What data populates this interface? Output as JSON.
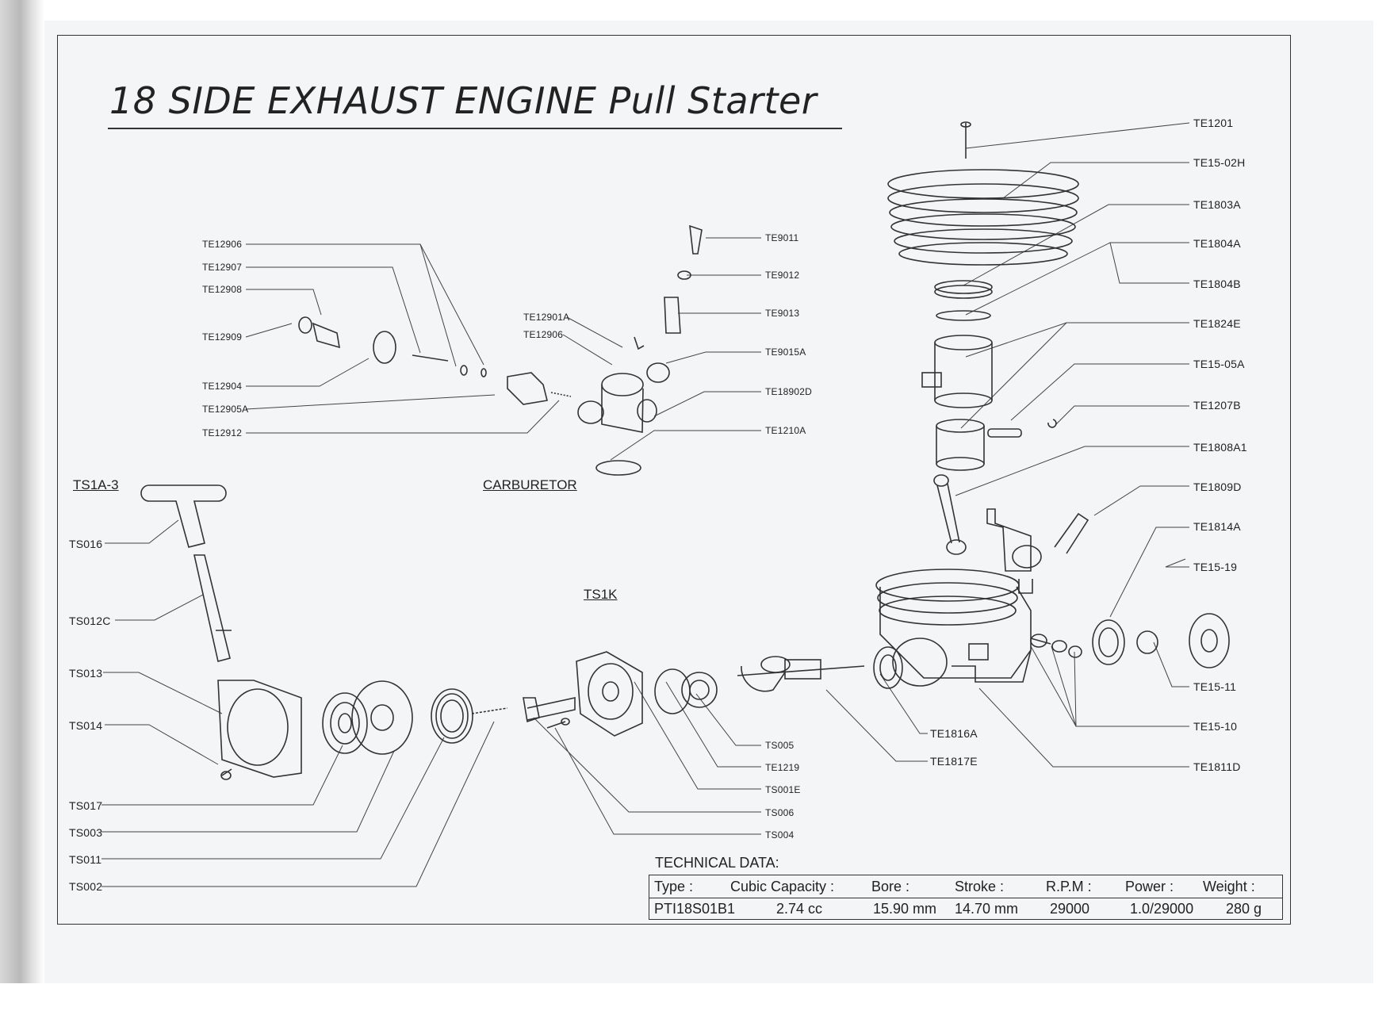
{
  "title": "18 SIDE EXHAUST ENGINE Pull Starter",
  "sections": {
    "ts1a3": "TS1A-3",
    "carburetor": "CARBURETOR",
    "ts1k": "TS1K"
  },
  "labels": {
    "te1201": "TE1201",
    "te15_02h": "TE15-02H",
    "te1803a": "TE1803A",
    "te1804a": "TE1804A",
    "te1804b": "TE1804B",
    "te1824e": "TE1824E",
    "te15_05a": "TE15-05A",
    "te1207b": "TE1207B",
    "te1808a1": "TE1808A1",
    "te1809d": "TE1809D",
    "te1814a": "TE1814A",
    "te15_19": "TE15-19",
    "te15_11": "TE15-11",
    "te15_10": "TE15-10",
    "te1811d": "TE1811D",
    "te1816a": "TE1816A",
    "te1817e": "TE1817E",
    "te9011": "TE9011",
    "te9012": "TE9012",
    "te9013": "TE9013",
    "te9015a": "TE9015A",
    "te18902d": "TE18902D",
    "te1210a": "TE1210A",
    "te12901a": "TE12901A",
    "te12906b": "TE12906",
    "te12906": "TE12906",
    "te12907": "TE12907",
    "te12908": "TE12908",
    "te12909": "TE12909",
    "te12904": "TE12904",
    "te12905a": "TE12905A",
    "te12912": "TE12912",
    "ts016": "TS016",
    "ts012c": "TS012C",
    "ts013": "TS013",
    "ts014": "TS014",
    "ts017": "TS017",
    "ts003": "TS003",
    "ts011": "TS011",
    "ts002": "TS002",
    "ts005": "TS005",
    "te1219": "TE1219",
    "ts001e": "TS001E",
    "ts006": "TS006",
    "ts004": "TS004"
  },
  "technical_data": {
    "heading": "TECHNICAL DATA:",
    "headers": {
      "type": "Type :",
      "capacity": "Cubic Capacity :",
      "bore": "Bore :",
      "stroke": "Stroke :",
      "rpm": "R.P.M :",
      "power": "Power :",
      "weight": "Weight :"
    },
    "values": {
      "type": "PTI18S01B1",
      "capacity": "2.74 cc",
      "bore": "15.90 mm",
      "stroke": "14.70 mm",
      "rpm": "29000",
      "power": "1.0/29000",
      "weight": "280 g"
    }
  }
}
